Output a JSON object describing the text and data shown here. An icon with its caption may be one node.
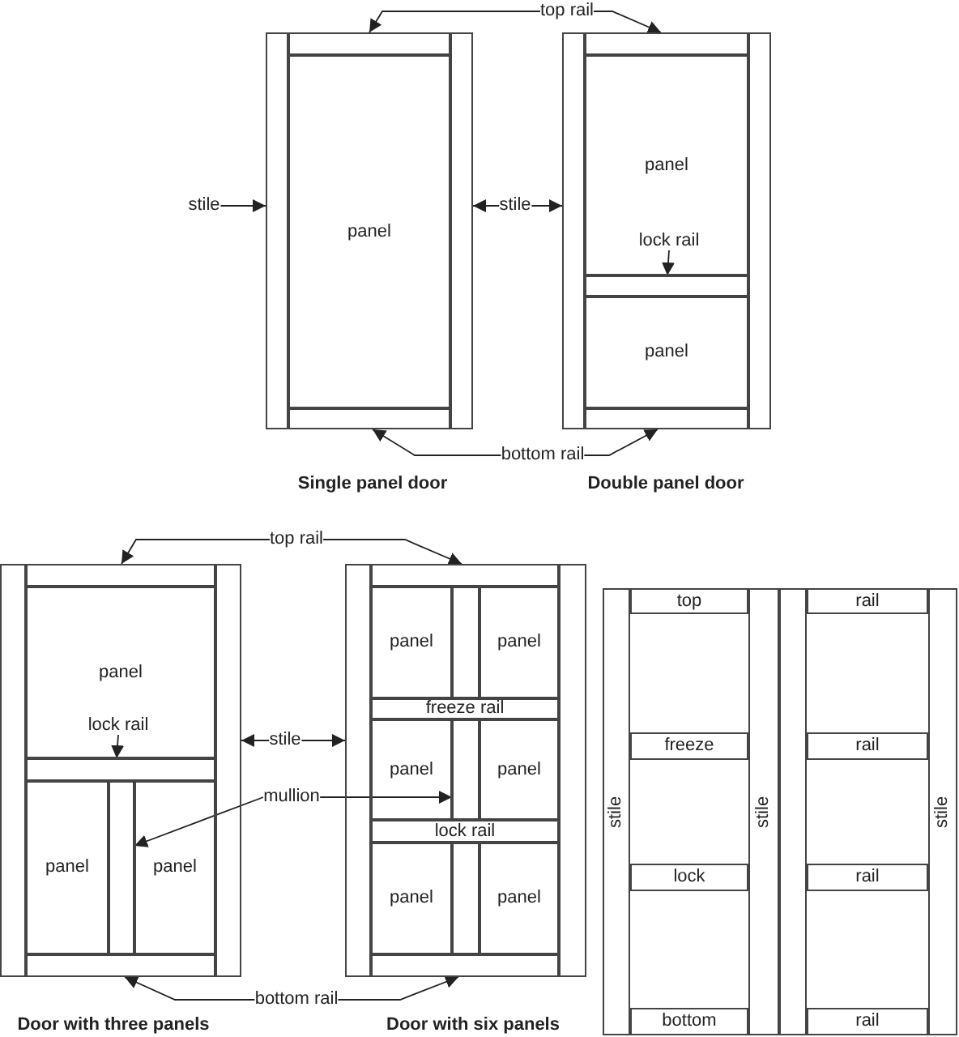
{
  "diagram": {
    "nodes": [
      {
        "text": [
          "top rail"
        ]
      },
      {
        "text": [
          "stile"
        ]
      },
      {
        "text": [],
        "shape": "box"
      },
      {
        "text": [],
        "shape": "box"
      },
      {
        "text": [
          "panel"
        ]
      },
      {
        "text": [
          "stile"
        ]
      },
      {
        "text": [],
        "shape": "box"
      },
      {
        "text": [],
        "shape": "box"
      },
      {
        "text": [],
        "shape": "box"
      },
      {
        "text": [
          "panel"
        ]
      },
      {
        "text": [
          "lock rail"
        ],
        "in": 9
      },
      {
        "text": [],
        "shape": "box"
      },
      {
        "text": [
          "panel"
        ]
      },
      {
        "text": [],
        "shape": "box"
      },
      {
        "text": [],
        "shape": "box"
      },
      {
        "text": [
          "bottom rail"
        ]
      },
      {
        "text": [
          "top rail"
        ]
      },
      {
        "text": [],
        "shape": "box"
      },
      {
        "text": [],
        "shape": "box"
      },
      {
        "text": [
          "panel"
        ]
      },
      {
        "text": [
          "lock rail"
        ],
        "in": 19
      },
      {
        "text": [],
        "shape": "box"
      },
      {
        "text": [
          "stile"
        ]
      },
      {
        "text": [],
        "shape": "box"
      },
      {
        "text": [],
        "shape": "box"
      },
      {
        "text": [
          "panel"
        ]
      },
      {
        "text": [
          "panel"
        ]
      },
      {
        "text": [
          "freeze rail"
        ]
      },
      {
        "text": [
          "panel"
        ]
      },
      {
        "text": [
          "panel"
        ]
      },
      {
        "text": [
          "mullion"
        ]
      },
      {
        "text": [],
        "shape": "box"
      },
      {
        "text": [],
        "shape": "box"
      },
      {
        "text": [
          "lock rail"
        ]
      },
      {
        "text": [
          "panel"
        ]
      },
      {
        "text": [
          "panel"
        ]
      },
      {
        "text": [
          "panel"
        ]
      },
      {
        "text": [
          "panel"
        ]
      },
      {
        "text": [],
        "shape": "box"
      },
      {
        "text": [],
        "shape": "box"
      },
      {
        "text": [
          "bottom rail"
        ]
      },
      {
        "text": [
          "stile"
        ]
      },
      {
        "text": [
          "top"
        ]
      },
      {
        "text": [
          "freeze"
        ]
      },
      {
        "text": [
          "lock"
        ]
      },
      {
        "text": [
          "bottom"
        ]
      },
      {
        "text": [
          "stile"
        ]
      },
      {
        "text": [],
        "shape": "box"
      },
      {
        "text": [
          "rail"
        ]
      },
      {
        "text": [
          "rail"
        ]
      },
      {
        "text": [
          "rail"
        ]
      },
      {
        "text": [
          "rail"
        ]
      },
      {
        "text": [
          "stile"
        ]
      }
    ],
    "edges": [
      {
        "from": 0,
        "to": 2,
        "arrow": "to"
      },
      {
        "from": 0,
        "to": 8,
        "arrow": "to"
      },
      {
        "from": 1,
        "to": 3,
        "arrow": "to"
      },
      {
        "from": 5,
        "to": 6,
        "arrow": "to"
      },
      {
        "from": 5,
        "to": 7,
        "arrow": "to"
      },
      {
        "from": 10,
        "to": 11,
        "arrow": "to"
      },
      {
        "from": 15,
        "to": 13,
        "arrow": "to"
      },
      {
        "from": 15,
        "to": 14,
        "arrow": "to"
      },
      {
        "from": 16,
        "to": 17,
        "arrow": "to"
      },
      {
        "from": 16,
        "to": 18,
        "arrow": "to"
      },
      {
        "from": 20,
        "to": 21,
        "arrow": "to"
      },
      {
        "from": 22,
        "to": 23,
        "arrow": "to"
      },
      {
        "from": 22,
        "to": 24,
        "arrow": "to"
      },
      {
        "from": 30,
        "to": 31,
        "arrow": "to"
      },
      {
        "from": 30,
        "to": 32,
        "arrow": "to"
      },
      {
        "from": 40,
        "to": 38,
        "arrow": "to"
      },
      {
        "from": 40,
        "to": 39,
        "arrow": "to"
      }
    ],
    "labels": [
      "Single panel door",
      "Double panel door",
      "Door with three panels",
      "Door with six panels"
    ]
  }
}
